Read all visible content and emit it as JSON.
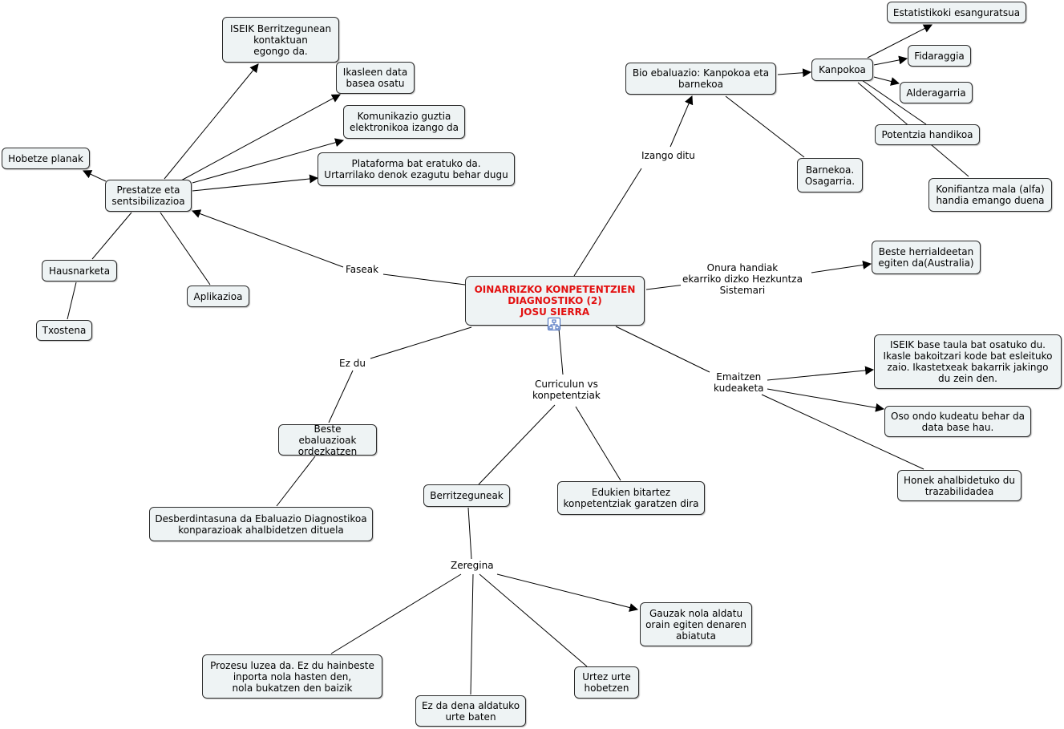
{
  "colors": {
    "node_fill": "#eef3f4",
    "node_border": "#2b2b2b",
    "main_text": "#e31010",
    "edge": "#000000"
  },
  "main": {
    "text": "OINARRIZKO KONPETENTZIEN\nDIAGNOSTIKO (2)\nJOSU SIERRA",
    "icon": "concept-map-icon"
  },
  "nodes": {
    "iseik_kontaktuan": "ISEIK Berritzegunean\nkontaktuan\negongo da.",
    "ikasleen_data": "Ikasleen data\nbasea osatu",
    "komunikazio": "Komunikazio guztia\nelektronikoa izango da",
    "plataforma": "Plataforma bat eratuko da.\nUrtarrilako denok ezagutu behar dugu",
    "hobetze": "Hobetze planak",
    "prestatze": "Prestatze eta\nsentsibilizazioa",
    "hausnarketa": "Hausnarketa",
    "aplikazioa": "Aplikazioa",
    "txostena": "Txostena",
    "bio": "Bio ebaluazio: Kanpokoa eta\nbarnekoa",
    "kanpokoa": "Kanpokoa",
    "estatistikoki": "Estatistikoki esanguratsua",
    "fidaraggia": "Fidaraggia",
    "alderagarria": "Alderagarria",
    "potentzia": "Potentzia handikoa",
    "barnekoa": "Barnekoa.\nOsagarria.",
    "konifiantza": "Konifiantza mala (alfa)\nhandia emango duena",
    "beste_herrialdeetan": "Beste herrialdeetan\negiten da(Australia)",
    "iseik_base": "ISEIK base taula bat osatuko du.\nIkasle bakoitzari kode bat esleituko\nzaio. Ikastetxeak bakarrik jakingo\ndu zein den.",
    "oso_ondo": "Oso ondo kudeatu behar da\ndata base hau.",
    "honek": "Honek ahalbidetuko du\ntrazabilidadea",
    "beste_ebaluazioak": "Beste ebaluazioak\nordezkatzen",
    "desberdintasuna": "Desberdintasuna da Ebaluazio Diagnostikoa\nkonparazioak ahalbidetzen dituela",
    "berritzeguneak": "Berritzeguneak",
    "edukien": "Edukien bitartez\nkonpetentziak garatzen dira",
    "gauzak": "Gauzak nola aldatu\norain egiten denaren\nabiatuta",
    "prozesu": "Prozesu luzea da. Ez du hainbeste\ninporta nola hasten den,\nnola bukatzen den baizik",
    "urtez": "Urtez urte\nhobetzen",
    "ez_da_dena": "Ez da dena aldatuko\nurte baten"
  },
  "labels": {
    "faseak": "Faseak",
    "izango_ditu": "Izango ditu",
    "onura": "Onura handiak\nekarriko dizko Hezkuntza\nSistemari",
    "emaitzen": "Emaitzen\nkudeaketa",
    "ez_du": "Ez du",
    "curriculun": "Curriculun vs\nkonpetentziak",
    "zeregina": "Zeregina"
  }
}
